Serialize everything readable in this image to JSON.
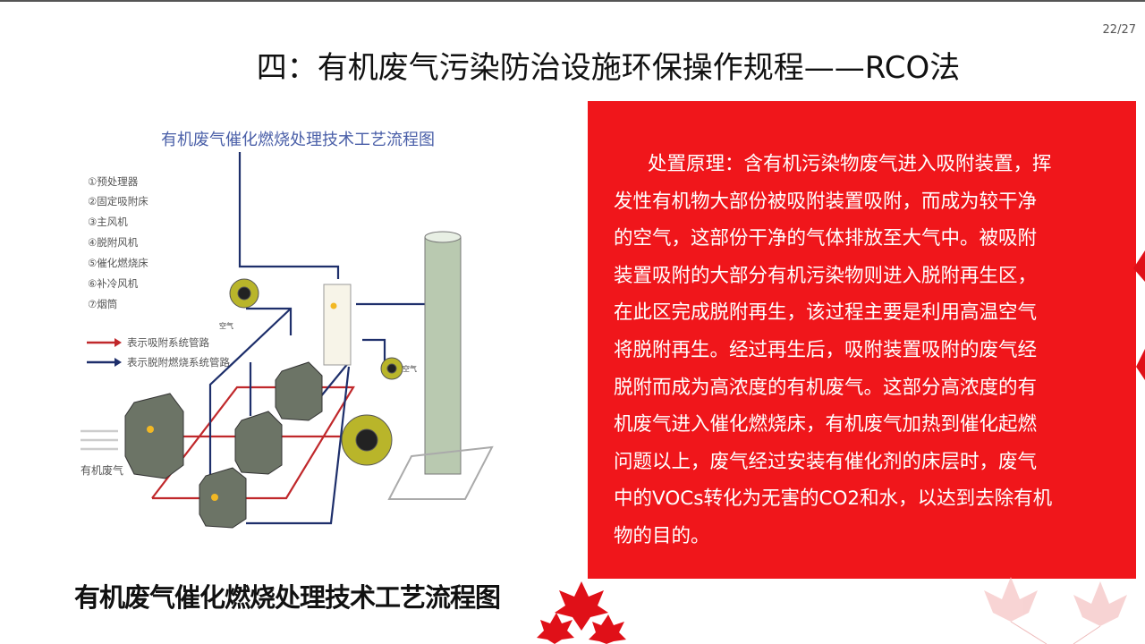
{
  "page_number": "22/27",
  "title": "四：有机废气污染防治设施环保操作规程——RCO法",
  "diagram": {
    "title": "有机废气催化燃烧处理技术工艺流程图",
    "legend_items": [
      "①预处理器",
      "②固定吸附床",
      "③主风机",
      "④脱附风机",
      "⑤催化燃烧床",
      "⑥补冷风机",
      "⑦烟筒"
    ],
    "line_legend": [
      "表示吸附系统管路",
      "表示脱附燃烧系统管路"
    ],
    "inlet_label": "有机废气",
    "air_label_1": "空气",
    "air_label_2": "空气",
    "colors": {
      "adsorption": "#c0282b",
      "desorption": "#1e2f6b",
      "title": "#4a5fa8"
    }
  },
  "principle_lines": [
    "处置原理：含有机污染物废气进入吸附装置，挥",
    "发性有机物大部份被吸附装置吸附，而成为较干净",
    "的空气，这部份干净的气体排放至大气中。被吸附",
    "装置吸附的大部分有机污染物则进入脱附再生区，",
    "在此区完成脱附再生，该过程主要是利用高温空气",
    "将脱附再生。经过再生后，吸附装置吸附的废气经",
    "脱附而成为高浓度的有机废气。这部分高浓度的有",
    "机废气进入催化燃烧床，有机废气加热到催化起燃",
    "问题以上，废气经过安装有催化剂的床层时，废气",
    "中的VOCs转化为无害的CO2和水，以达到去除有机",
    "物的目的。"
  ],
  "caption": "有机废气催化燃烧处理技术工艺流程图",
  "accent": "#f0161b"
}
